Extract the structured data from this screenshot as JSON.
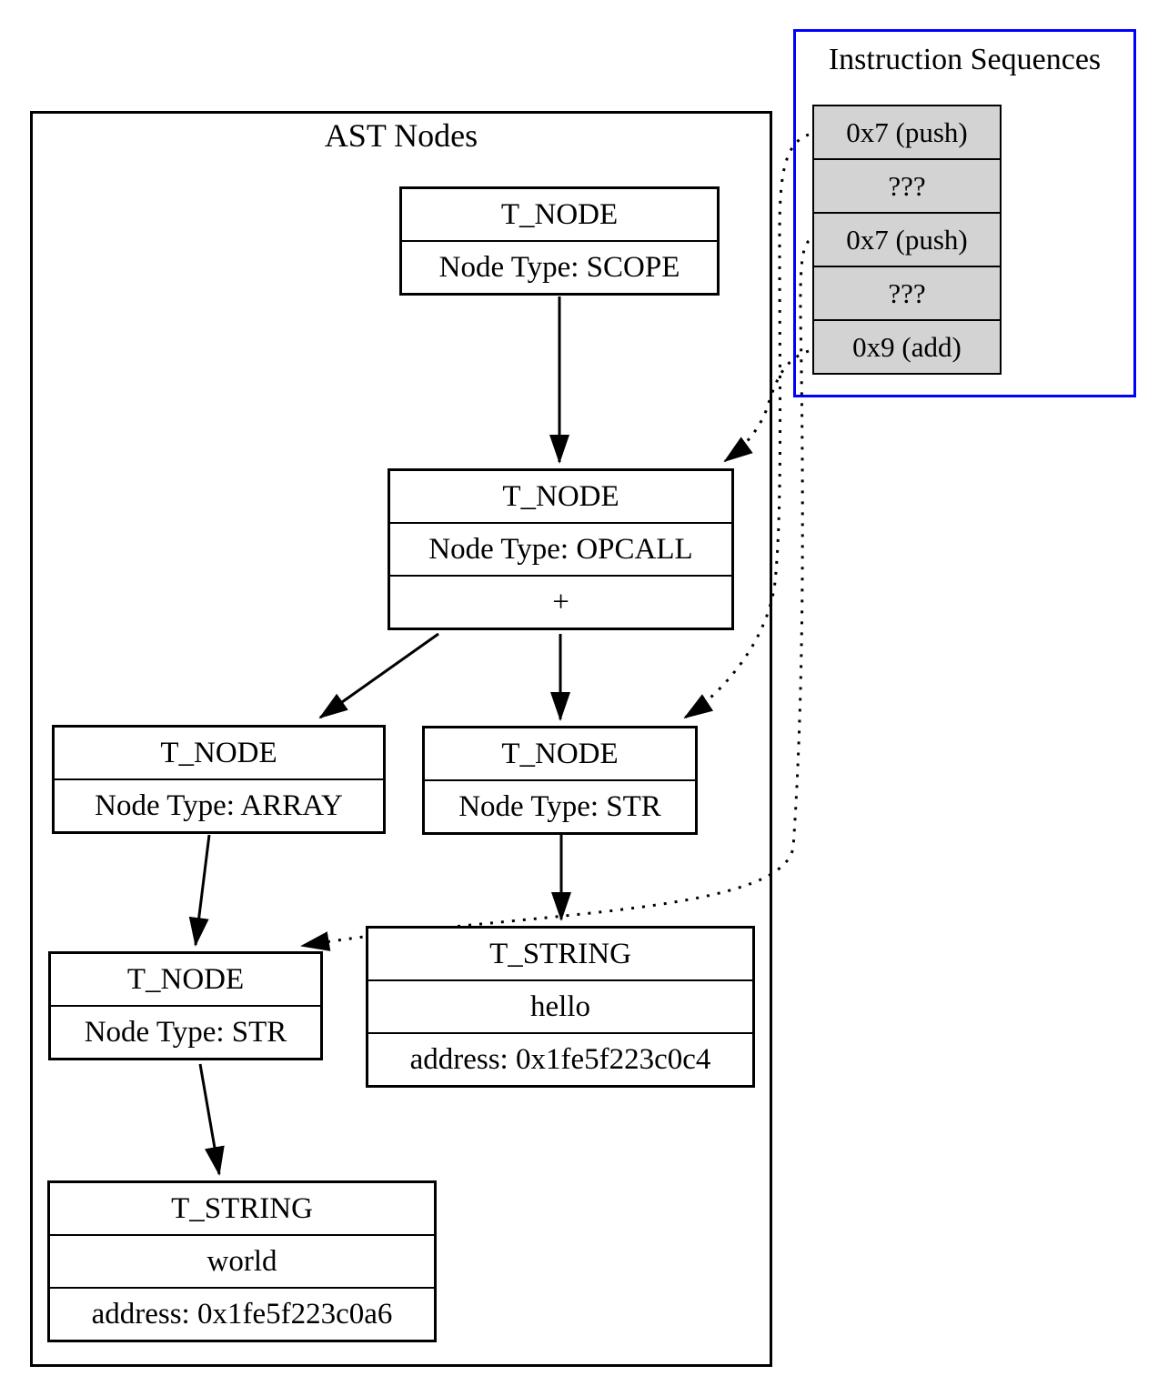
{
  "ast": {
    "label": "AST Nodes",
    "nodes": {
      "scope": {
        "header": "T_NODE",
        "cells": [
          "Node Type: SCOPE"
        ]
      },
      "opcall": {
        "header": "T_NODE",
        "cells": [
          "Node Type: OPCALL",
          "+"
        ]
      },
      "array": {
        "header": "T_NODE",
        "cells": [
          "Node Type: ARRAY"
        ]
      },
      "str_recv": {
        "header": "T_NODE",
        "cells": [
          "Node Type: STR"
        ]
      },
      "str_arg": {
        "header": "T_NODE",
        "cells": [
          "Node Type: STR"
        ]
      },
      "string_hello": {
        "header": "T_STRING",
        "cells": [
          "hello",
          "address: 0x1fe5f223c0c4"
        ]
      },
      "string_world": {
        "header": "T_STRING",
        "cells": [
          "world",
          "address: 0x1fe5f223c0a6"
        ]
      }
    }
  },
  "iseq": {
    "label": "Instruction Sequences",
    "rows": [
      "0x7 (push)",
      "???",
      "0x7 (push)",
      "???",
      "0x9 (add)"
    ],
    "colors": {
      "border": "#0000ff",
      "cell_fill": "#d3d3d3",
      "stroke": "#000000",
      "background": "#ffffff"
    }
  }
}
